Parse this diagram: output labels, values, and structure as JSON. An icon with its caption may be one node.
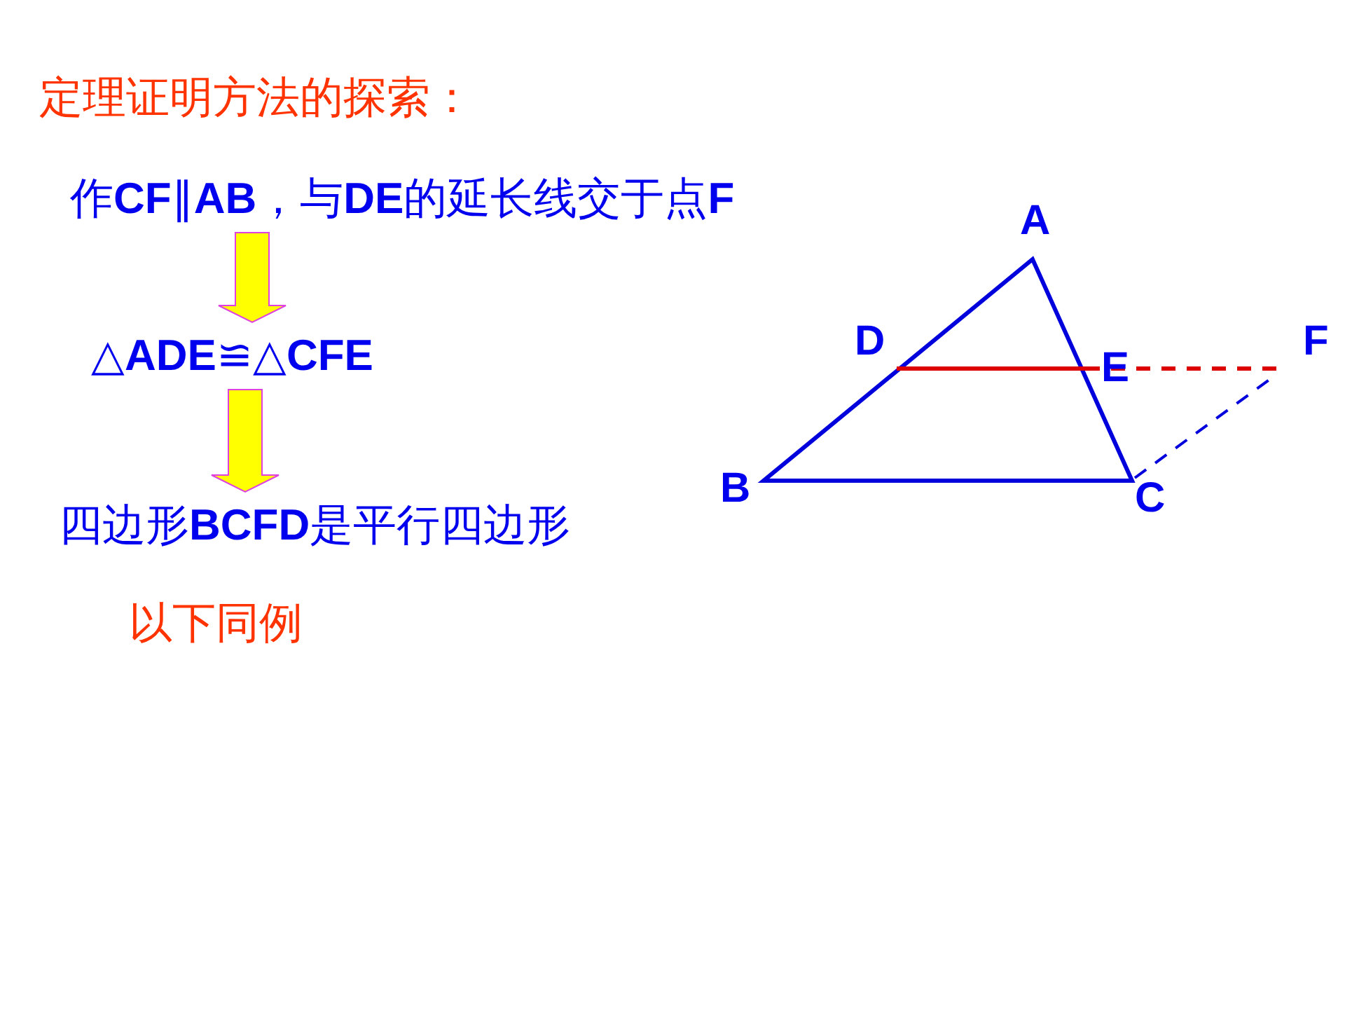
{
  "diagram": {
    "title": "定理证明方法的探索：",
    "nodes": [
      {
        "text": [
          "作**CF**∥**AB**，与**DE**的延长线交于点**F**"
        ]
      },
      {
        "text": [
          "△**ADE**≌△**CFE**"
        ]
      },
      {
        "text": [
          "四边形**BCFD**是平行四边形"
        ]
      }
    ],
    "edges": [
      {
        "from": 0,
        "to": 1,
        "arrow": "to",
        "style": "thick",
        "color": "#ffff00"
      },
      {
        "from": 1,
        "to": 2,
        "arrow": "to",
        "style": "thick",
        "color": "#ffff00"
      }
    ],
    "labels": [
      "以下同例",
      "A",
      "D",
      "E",
      "F",
      "B",
      "C"
    ]
  }
}
